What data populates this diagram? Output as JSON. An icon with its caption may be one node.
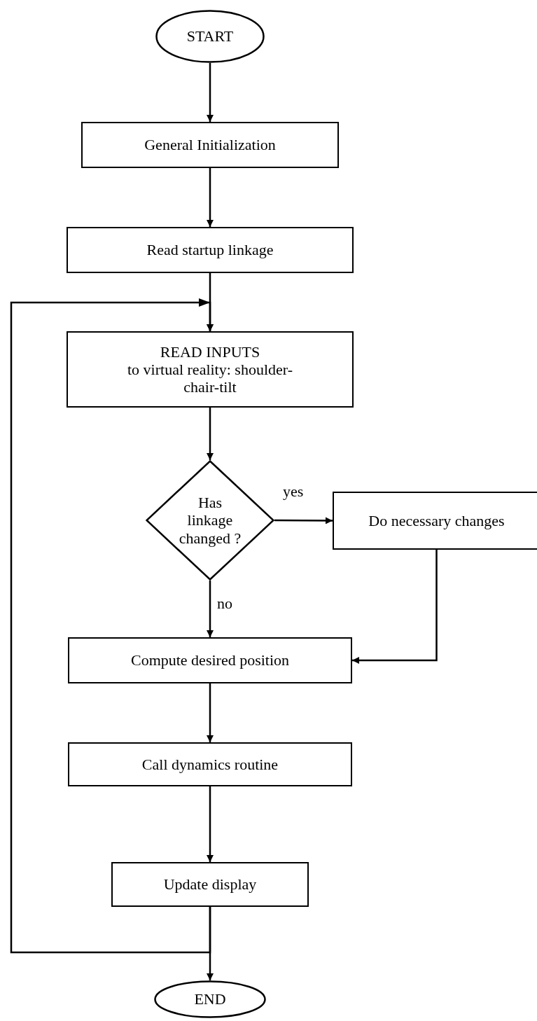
{
  "diagram": {
    "nodes": [
      {
        "text": [
          "START"
        ]
      },
      {
        "text": [
          "General Initialization"
        ]
      },
      {
        "text": [
          "Read startup linkage"
        ]
      },
      {
        "text": [
          "READ INPUTS",
          "to virtual reality: shoulder-chair-tilt"
        ]
      },
      {
        "text": [
          "Has linkage changed ?"
        ]
      },
      {
        "text": [
          "Do necessary changes"
        ]
      },
      {
        "text": [
          "Compute desired position"
        ]
      },
      {
        "text": [
          "Call dynamics routine"
        ]
      },
      {
        "text": [
          "Update display"
        ]
      },
      {
        "text": [
          "END"
        ]
      }
    ],
    "edges": [
      {
        "from": 0,
        "to": 1,
        "arrow": "to"
      },
      {
        "from": 1,
        "to": 2,
        "arrow": "to"
      },
      {
        "from": 2,
        "to": 3,
        "arrow": "to"
      },
      {
        "from": 3,
        "to": 4,
        "arrow": "to"
      },
      {
        "from": 4,
        "to": 5,
        "arrow": "to",
        "label": "yes"
      },
      {
        "from": 4,
        "to": 6,
        "arrow": "to",
        "label": "no"
      },
      {
        "from": 5,
        "to": 6,
        "arrow": "to"
      },
      {
        "from": 6,
        "to": 7,
        "arrow": "to"
      },
      {
        "from": 7,
        "to": 8,
        "arrow": "to"
      },
      {
        "from": 8,
        "to": 9,
        "arrow": "to"
      },
      {
        "from": 8,
        "to": 3,
        "arrow": "to"
      }
    ]
  }
}
